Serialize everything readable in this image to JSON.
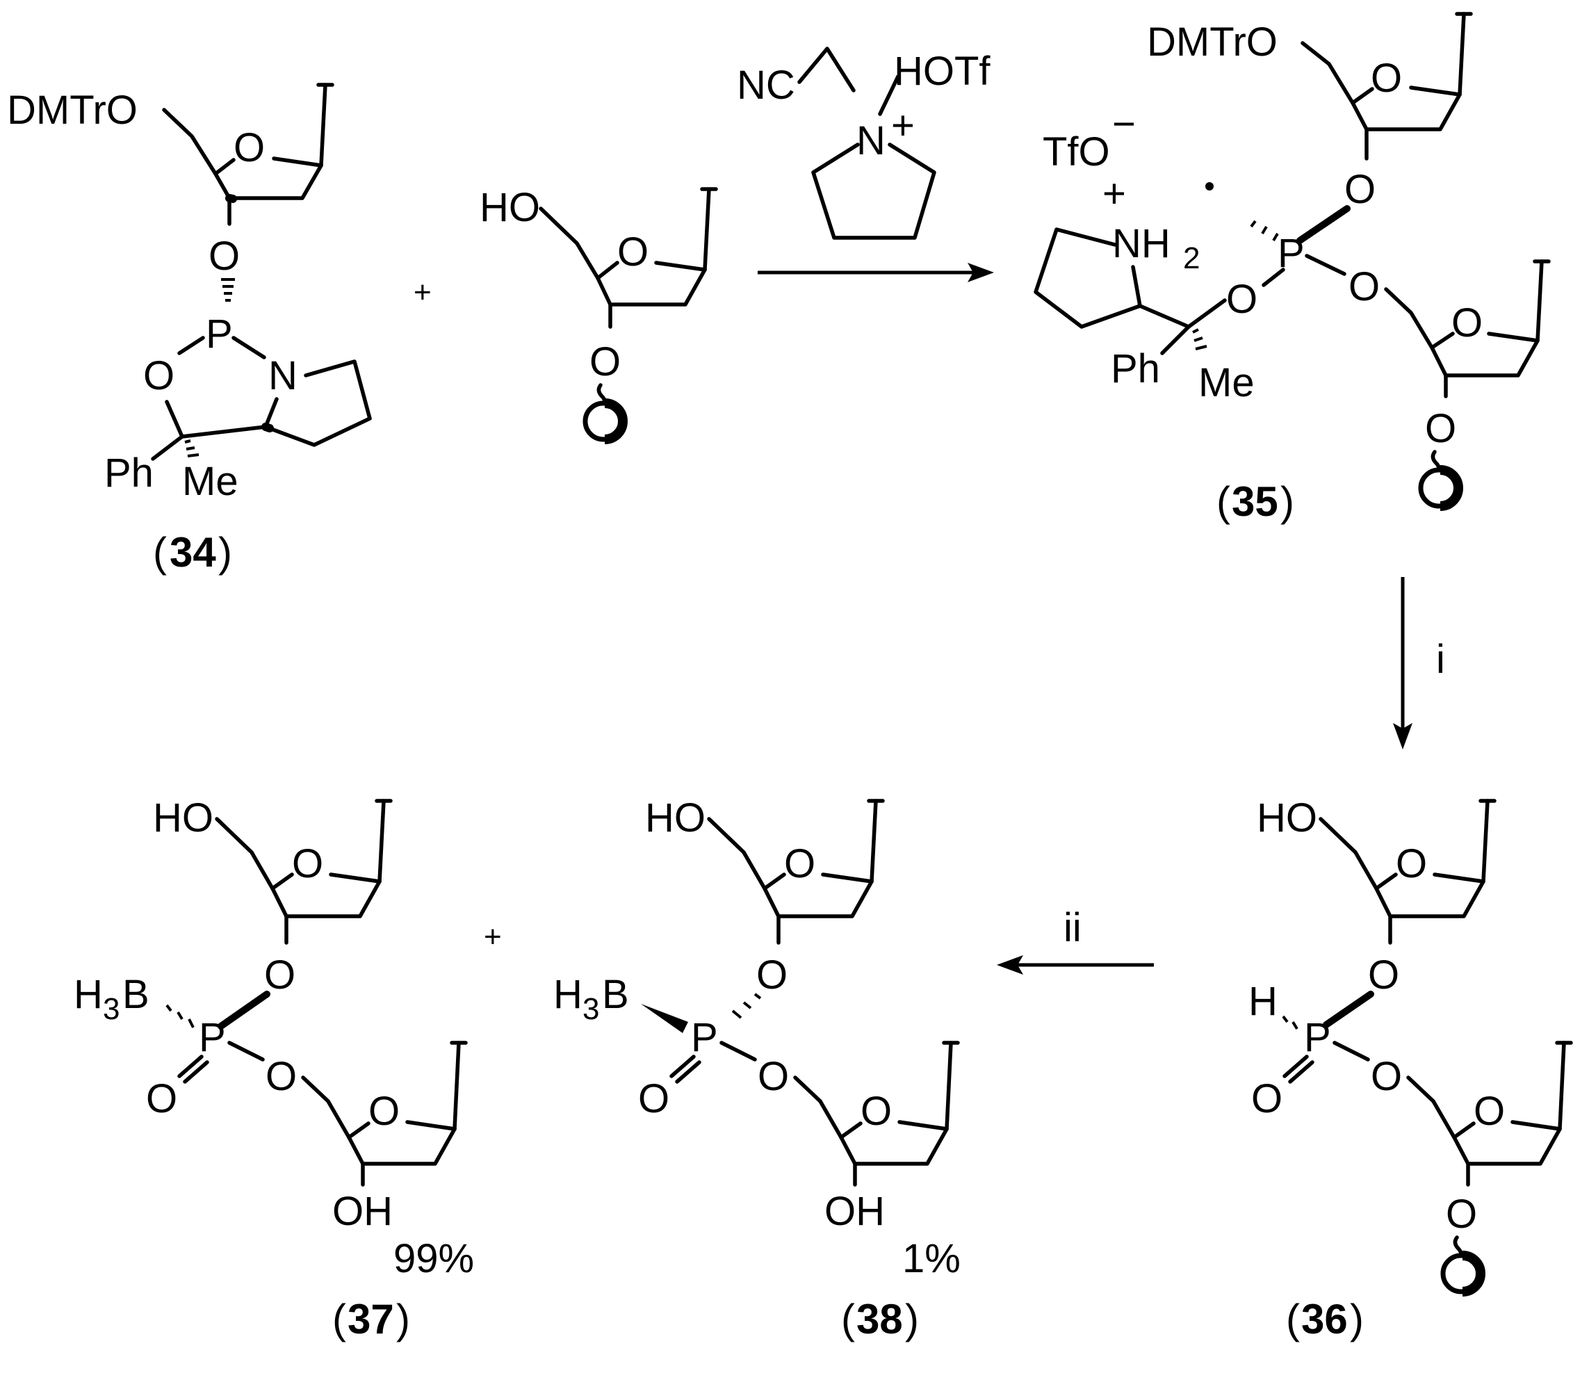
{
  "compounds": {
    "c34": {
      "number": "34",
      "dmtro": "DMTrO",
      "base": "T",
      "ring_o": "O",
      "o3": "O",
      "p": "P",
      "o_ring": "O",
      "n": "N",
      "ph": "Ph",
      "me": "Me"
    },
    "nucleoside": {
      "ho": "HO",
      "base": "T",
      "ring_o": "O",
      "o3": "O"
    },
    "c35": {
      "number": "35",
      "dmtro": "DMTrO",
      "base_top": "T",
      "base_bottom": "T",
      "ring_o_top": "O",
      "ring_o_bottom": "O",
      "o_a": "O",
      "o_b": "O",
      "o_c": "O",
      "o_d": "O",
      "p": "P",
      "tfo": "TfO",
      "tfo_charge": "−",
      "nh2": "NH",
      "nh2_sub": "2",
      "nh_charge": "+",
      "ph": "Ph",
      "me": "Me"
    },
    "c36": {
      "number": "36",
      "ho": "HO",
      "base_top": "T",
      "base_bottom": "T",
      "ring_o_top": "O",
      "ring_o_bottom": "O",
      "o_a": "O",
      "o_b": "O",
      "o_c": "O",
      "oxo": "O",
      "p": "P",
      "h": "H"
    },
    "c37": {
      "number": "37",
      "ho": "HO",
      "base_top": "T",
      "base_bottom": "T",
      "ring_o_top": "O",
      "ring_o_bottom": "O",
      "o_a": "O",
      "o_b": "O",
      "oxo": "O",
      "p": "P",
      "bh3": "H",
      "bh3_sub": "3",
      "bh3_b": "B",
      "oh": "OH",
      "yield": "99%"
    },
    "c38": {
      "number": "38",
      "ho": "HO",
      "base_top": "T",
      "base_bottom": "T",
      "ring_o_top": "O",
      "ring_o_bottom": "O",
      "o_a": "O",
      "o_b": "O",
      "oxo": "O",
      "p": "P",
      "bh3": "H",
      "bh3_sub": "3",
      "bh3_b": "B",
      "oh": "OH",
      "yield": "1%"
    }
  },
  "reagent": {
    "nc": "NC",
    "hotf": "HOTf",
    "n": "N",
    "charge": "+"
  },
  "conditions": {
    "step_i": "i",
    "step_ii": "ii"
  },
  "plus_signs": {
    "top": "+",
    "bottom": "+"
  },
  "paren_open": "(",
  "paren_close": ")"
}
